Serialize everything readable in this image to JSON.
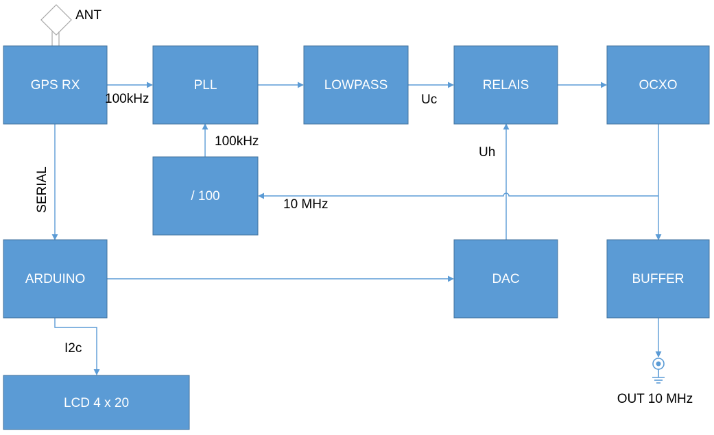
{
  "blocks": {
    "gps_rx": "GPS RX",
    "pll": "PLL",
    "lowpass": "LOWPASS",
    "relais": "RELAIS",
    "ocxo": "OCXO",
    "divider": "/ 100",
    "arduino": "ARDUINO",
    "dac": "DAC",
    "buffer": "BUFFER",
    "lcd": "LCD 4 x 20"
  },
  "labels": {
    "antenna": "ANT",
    "gps_to_pll": "100kHz",
    "lowpass_to_relais": "Uc",
    "divider_to_pll": "100kHz",
    "dac_to_relais": "Uh",
    "ocxo_to_divider": "10 MHz",
    "gps_to_arduino": "SERIAL",
    "arduino_to_lcd": "I2c",
    "output": "OUT 10 MHz"
  },
  "colors": {
    "block_fill": "#5b9bd5",
    "block_border": "#41719c",
    "wire": "#5b9bd5",
    "block_text": "#ffffff"
  },
  "icons": [
    "antenna-icon",
    "coax-output-icon",
    "ground-icon"
  ]
}
